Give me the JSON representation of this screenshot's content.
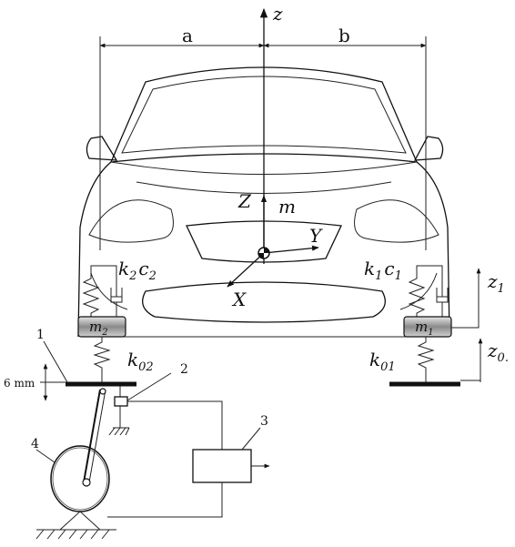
{
  "labels": {
    "dim_a": "a",
    "dim_b": "b",
    "axis_z": "z",
    "Z": "Z",
    "m": "m",
    "Y": "Y",
    "X": "X",
    "k2": "k",
    "k2_sub": "2",
    "c2": "c",
    "c2_sub": "2",
    "k1": "k",
    "k1_sub": "1",
    "c1": "c",
    "c1_sub": "1",
    "m2": "m",
    "m2_sub": "2",
    "m1": "m",
    "m1_sub": "1",
    "k02": "k",
    "k02_sub": "02",
    "k01": "k",
    "k01_sub": "01",
    "z1": "z",
    "z1_sub": "1",
    "z01": "z",
    "z01_sub": "0.",
    "stroke": "6 mm",
    "n1": "1",
    "n2": "2",
    "n3": "3",
    "n4": "4"
  }
}
